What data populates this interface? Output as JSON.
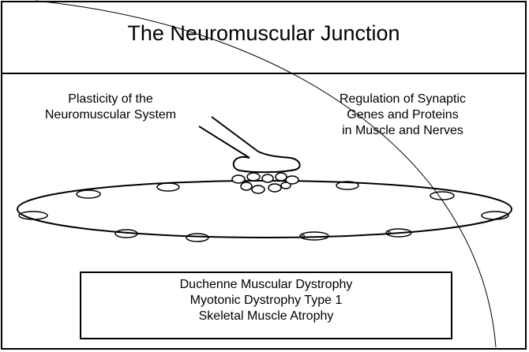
{
  "title": "The Neuromuscular Junction",
  "labels": {
    "plasticity": [
      "Plasticity of the",
      "Neuromuscular System"
    ],
    "regulation": [
      "Regulation of Synaptic",
      "Genes and Proteins",
      "in Muscle and Nerves"
    ]
  },
  "diseases": [
    "Duchenne Muscular Dystrophy",
    "Myotonic Dystrophy Type 1",
    "Skeletal Muscle Atrophy"
  ],
  "colors": {
    "line": "#000000",
    "background": "#ffffff"
  }
}
